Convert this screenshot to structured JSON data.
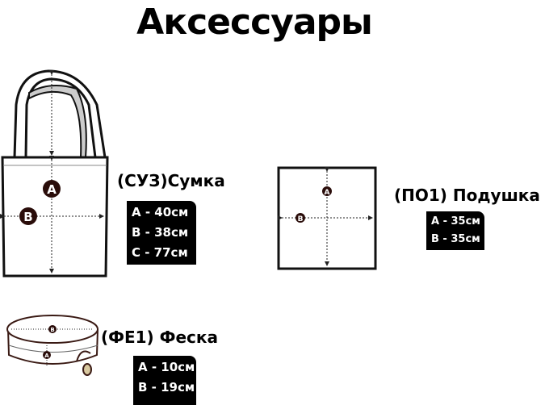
{
  "title": "Аксессуары",
  "items": [
    {
      "label": "(СУЗ)Сумка",
      "dims": [
        "A - 40см",
        "B - 38см",
        "C - 77см"
      ]
    },
    {
      "label": "(ПО1) Подушка",
      "dims": [
        "A - 35см",
        "B - 35см"
      ]
    },
    {
      "label": "(ФЕ1) Феска",
      "dims": [
        "A - 10см",
        "B - 19см"
      ]
    }
  ],
  "markers": {
    "a": "A",
    "b": "B"
  }
}
